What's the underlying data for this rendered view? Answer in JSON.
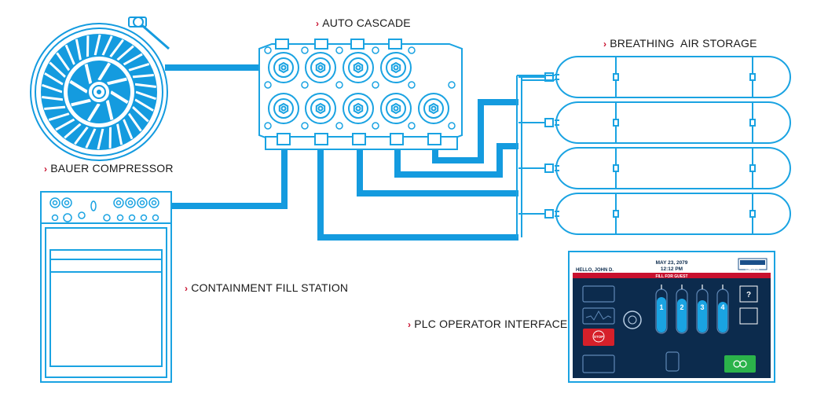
{
  "labels": {
    "auto_cascade": "AUTO CASCADE",
    "breathing_air_storage": "BREATHING  AIR STORAGE",
    "bauer_compressor": "BAUER COMPRESSOR",
    "containment_fill_station": "CONTAINMENT FILL STATION",
    "plc_operator_interface": "PLC OPERATOR INTERFACE",
    "marker": "›"
  },
  "plc_screen": {
    "date": "MAY 23, 2079",
    "time": "12:12 PM",
    "greeting": "HELLO, JOHN D.",
    "brand": "BAUER",
    "banner": "FILL FOR GUEST",
    "stop_label": "STOP",
    "help_icon": "?",
    "tanks": [
      "1",
      "2",
      "3",
      "4"
    ]
  },
  "colors": {
    "pipe": "#149bdf",
    "outline": "#1aa3e2",
    "screen_bg": "#0c2b4d",
    "screen_header": "#ffffff",
    "banner": "#c8102e",
    "stop": "#d6202a",
    "go": "#2bb34a",
    "marker": "#c8102e"
  }
}
